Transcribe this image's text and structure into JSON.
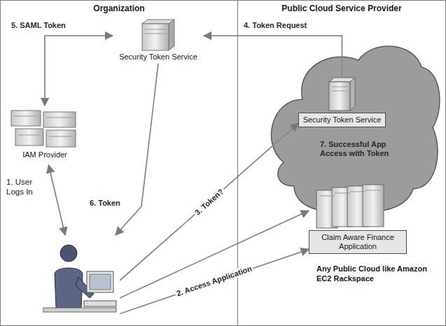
{
  "diagram": {
    "nodes": [
      {
        "text": [
          "Organization"
        ]
      },
      {
        "text": [
          "Public Cloud Service Provider"
        ]
      },
      {
        "text": [
          "Security Token Service"
        ],
        "in": 0
      },
      {
        "text": [
          "IAM Provider"
        ],
        "in": 0
      },
      {
        "text": [
          "1. User Logs In"
        ],
        "in": 0
      },
      {
        "text": [
          "Security Token Service"
        ],
        "in": 1
      },
      {
        "text": [
          "Claim Aware Finance Application"
        ],
        "in": 1
      }
    ],
    "edges": [
      {
        "from": 4,
        "to": 3,
        "arrow": "both"
      },
      {
        "from": 4,
        "to": 6,
        "label": "2. Access Application",
        "arrow": "to"
      },
      {
        "from": 4,
        "to": 5,
        "label": "3. Token?",
        "arrow": "to"
      },
      {
        "from": 5,
        "to": 2,
        "label": "4. Token Request",
        "arrow": "to"
      },
      {
        "from": 3,
        "to": 2,
        "label": "5. SAML Token",
        "arrow": "both"
      },
      {
        "from": 2,
        "to": 4,
        "label": "6. Token",
        "arrow": "to"
      },
      {
        "from": 4,
        "to": 6,
        "label": "7. Successful App Access with Token",
        "arrow": "to"
      }
    ],
    "labels": [
      "Any Public Cloud like Amazon EC2 Rackspace"
    ]
  }
}
